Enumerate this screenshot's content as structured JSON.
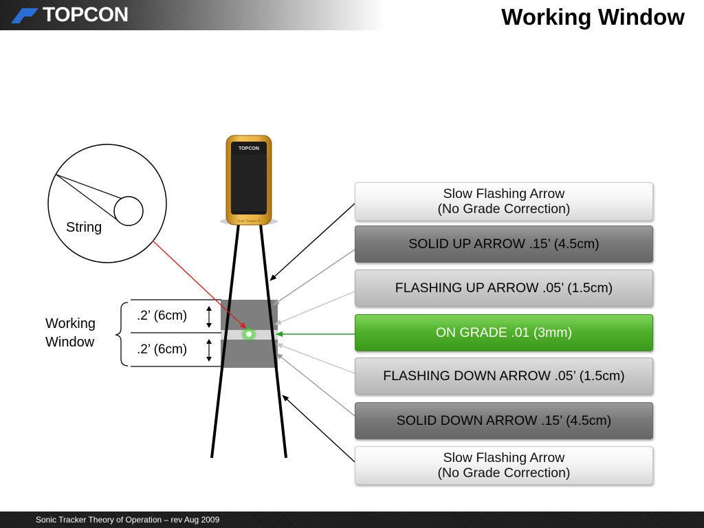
{
  "header": {
    "brand": "TOPCON",
    "title": "Working Window"
  },
  "device": {
    "brand": "TOPCON",
    "model": "Sonic Tracker II"
  },
  "labels": {
    "string": "String",
    "working_window_line1": "Working",
    "working_window_line2": "Window",
    "upper_distance": ".2’ (6cm)",
    "lower_distance": ".2’ (6cm)"
  },
  "indicators": [
    {
      "line1": "Slow Flashing Arrow",
      "line2": "(No Grade Correction)"
    },
    {
      "line1": "SOLID UP ARROW .15’ (4.5cm)"
    },
    {
      "line1": "FLASHING UP ARROW .05’ (1.5cm)"
    },
    {
      "line1": "ON GRADE .01 (3mm)"
    },
    {
      "line1": "FLASHING DOWN ARROW .05’ (1.5cm)"
    },
    {
      "line1": "SOLID DOWN ARROW .15’ (4.5cm)"
    },
    {
      "line1": "Slow Flashing Arrow",
      "line2": "(No Grade Correction)"
    }
  ],
  "colors": {
    "on_grade": "#4fae2a",
    "pointer_red": "#d42020",
    "pointer_green": "#22a01e",
    "sensor_gold": "#e0a632"
  },
  "footer": {
    "text": "Sonic Tracker Theory of Operation – rev Aug 2009"
  }
}
